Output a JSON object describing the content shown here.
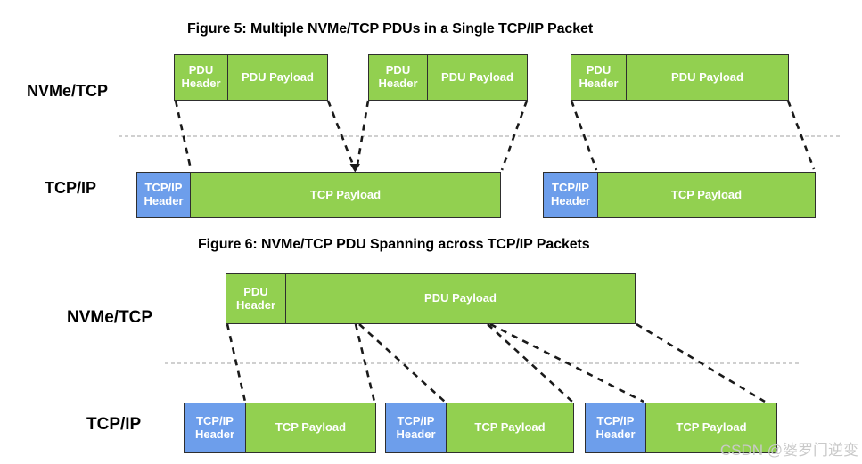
{
  "colors": {
    "pdu_green": "#92d050",
    "header_blue": "#6d9eeb",
    "connector": "#1a1a1a",
    "separator": "#b3b3b3",
    "watermark": "#c9c9c9"
  },
  "figure5": {
    "title": "Figure 5: Multiple NVMe/TCP PDUs in a Single TCP/IP Packet",
    "nvme_row_label": "NVMe/TCP",
    "tcp_row_label": "TCP/IP",
    "pdus": [
      {
        "header": "PDU Header",
        "payload": "PDU Payload"
      },
      {
        "header": "PDU Header",
        "payload": "PDU Payload"
      },
      {
        "header": "PDU Header",
        "payload": "PDU Payload"
      }
    ],
    "packets": [
      {
        "header": "TCP/IP Header",
        "payload": "TCP Payload"
      },
      {
        "header": "TCP/IP Header",
        "payload": "TCP Payload"
      }
    ]
  },
  "figure6": {
    "title": "Figure 6: NVMe/TCP PDU Spanning across TCP/IP Packets",
    "nvme_row_label": "NVMe/TCP",
    "tcp_row_label": "TCP/IP",
    "pdus": [
      {
        "header": "PDU Header",
        "payload": "PDU Payload"
      }
    ],
    "packets": [
      {
        "header": "TCP/IP Header",
        "payload": "TCP Payload"
      },
      {
        "header": "TCP/IP Header",
        "payload": "TCP Payload"
      },
      {
        "header": "TCP/IP Header",
        "payload": "TCP Payload"
      }
    ]
  },
  "watermark": {
    "text": "CSDN @婆罗门逆变"
  }
}
